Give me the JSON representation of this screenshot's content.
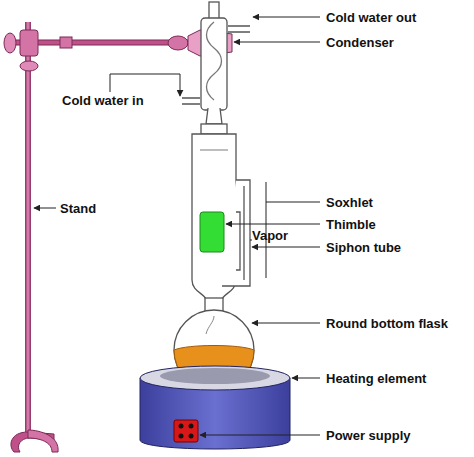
{
  "diagram": {
    "labels": [
      "Cold water out",
      "Condenser",
      "Cold water in",
      "Stand",
      "Soxhlet",
      "Thimble",
      "Vapor",
      "Siphon tube",
      "Round bottom flask",
      "Heating element",
      "Power supply"
    ]
  }
}
